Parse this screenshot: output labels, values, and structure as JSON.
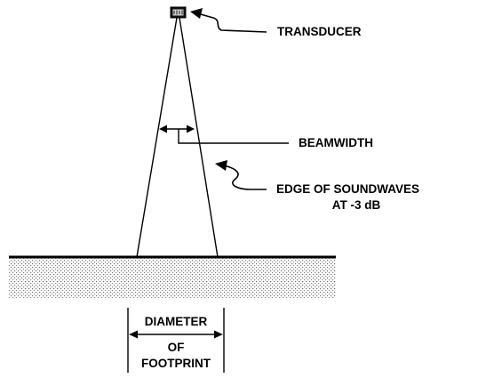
{
  "labels": {
    "transducer": "TRANSDUCER",
    "beamwidth": "BEAMWIDTH",
    "edge_line1": "EDGE OF SOUNDWAVES",
    "edge_line2": "AT -3 dB",
    "diameter_line1": "DIAMETER",
    "diameter_line2": "OF",
    "diameter_line3": "FOOTPRINT"
  },
  "colors": {
    "ink": "#000000",
    "background": "#ffffff",
    "seabed_stipple": "#7a7a7a"
  }
}
